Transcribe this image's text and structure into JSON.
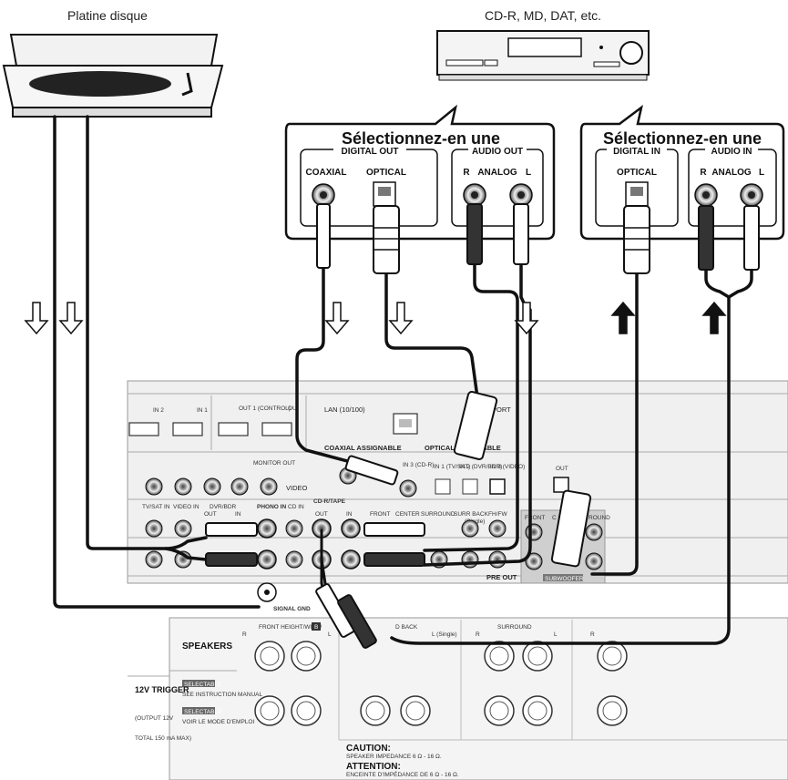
{
  "devices": {
    "turntable_label": "Platine disque",
    "recorder_label": "CD-R, MD, DAT, etc."
  },
  "callouts": {
    "left_title": "Sélectionnez-en une",
    "right_title": "Sélectionnez-en une",
    "digital_out": "DIGITAL OUT",
    "coaxial": "COAXIAL",
    "optical": "OPTICAL",
    "audio_out": "AUDIO OUT",
    "analog": "ANALOG",
    "r": "R",
    "l": "L",
    "digital_in": "DIGITAL IN",
    "optical_in": "OPTICAL",
    "audio_in": "AUDIO IN"
  },
  "panel": {
    "in2": "IN 2",
    "in1": "IN 1",
    "out1_control": "OUT 1 (CONTROL)",
    "ou": "OU",
    "lan": "LAN (10/100)",
    "por": "PORT",
    "coaxial_assignable": "COAXIAL ASSIGNABLE",
    "in3_cdr": "IN 3 (CD-R)",
    "optical_assignable": "OPTICAL ASSIGNABLE",
    "in1_tvsat": "IN 1 (TV/SAT)",
    "in2_dvrbdr": "IN 2 (DVR/BDR)",
    "in3_video": "IN 3 (VIDEO)",
    "out": "OUT",
    "monitor_out": "MONITOR OUT",
    "video": "VIDEO",
    "tvsat_in": "TV/SAT IN",
    "video_in": "VIDEO IN",
    "dvrbdr": "DVR/BDR",
    "dvr_out": "OUT",
    "dvr_in": "IN",
    "phono_in": "PHONO IN",
    "cd_in": "CD IN",
    "cdr_tape": "CD-R/TAPE",
    "cdr_out": "OUT",
    "cdr_in": "IN",
    "front": "FRONT",
    "center": "CENTER",
    "surround": "SURROUND",
    "surr_back": "SURR BACK",
    "single": "(Single)",
    "fhfw": "FH/FW",
    "pre_out": "PRE OUT",
    "front2": "FRONT",
    "c": "C",
    "round": "ROUND",
    "subwoofer": "SUBWOOFER",
    "signal_gnd": "SIGNAL GND"
  },
  "speakers": {
    "speakers_label": "SPEAKERS",
    "front_height_wide": "FRONT HEIGHT/WIDE/",
    "b": "B",
    "r": "R",
    "l": "L",
    "surr_back": "D BACK",
    "l_single": "L (Single)",
    "surround": "SURROUND",
    "r2": "R",
    "l2": "L",
    "r3": "R",
    "selectable1": "SELECTABLE",
    "see_manual": "SEE INSTRUCTION MANUAL",
    "selectable2": "SELECTABLE",
    "voir_mode": "VOIR LE MODE D'EMPLOI",
    "trigger": "12V TRIGGER",
    "output_spec": "(OUTPUT 12V",
    "total_spec": "TOTAL 150 mA MAX)",
    "caution": "CAUTION:",
    "speaker_impedance": "SPEAKER IMPEDANCE 6 Ω - 16 Ω.",
    "attention": "ATTENTION:",
    "enceinte": "ENCEINTE D'IMPÉDANCE DE 6 Ω - 16 Ω."
  }
}
